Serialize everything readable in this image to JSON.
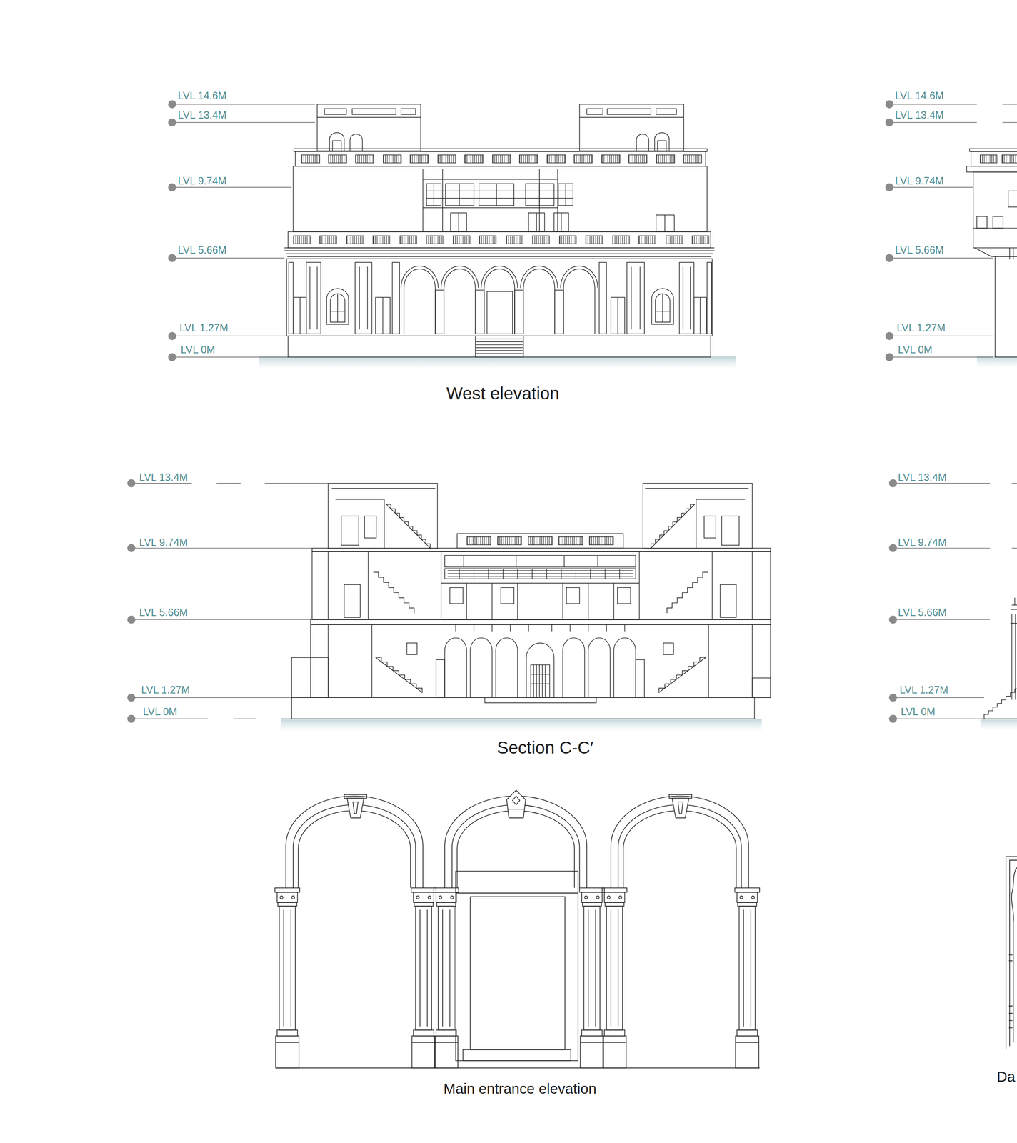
{
  "diagram": {
    "labels": [
      "LVL 14.6M",
      "LVL 13.4M",
      "LVL 9.74M",
      "LVL 5.66M",
      "LVL 1.27M",
      "LVL 0M",
      "LVL 14.6M",
      "LVL 13.4M",
      "LVL 9.74M",
      "LVL 5.66M",
      "LVL 1.27M",
      "LVL 0M",
      "West elevation",
      "LVL 13.4M",
      "LVL 9.74M",
      "LVL 5.66M",
      "LVL 1.27M",
      "LVL 0M",
      "LVL 13.4M",
      "LVL 9.74M",
      "LVL 5.66M",
      "LVL 1.27M",
      "LVL 0M",
      "Section C-C′",
      "Main entrance elevation",
      "Da"
    ]
  }
}
